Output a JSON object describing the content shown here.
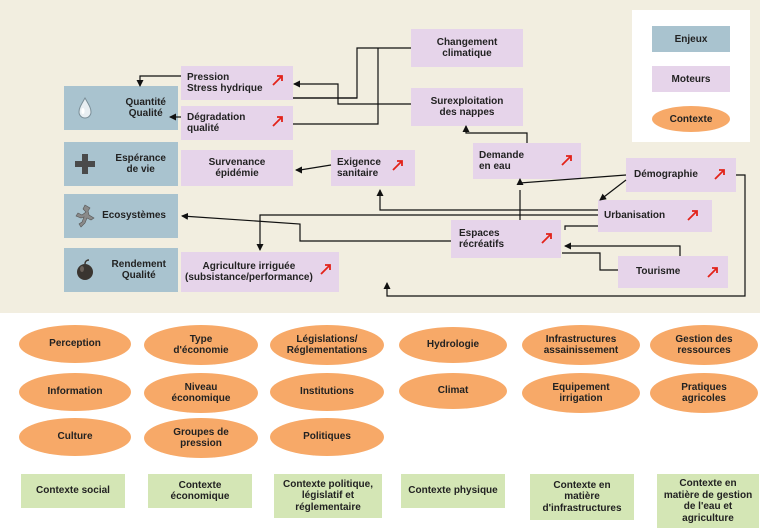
{
  "legend": {
    "enjeux": "Enjeux",
    "moteurs": "Moteurs",
    "contexte": "Contexte"
  },
  "colors": {
    "enjeux": "#a9c3cf",
    "moteurs": "#e6d4ea",
    "contexte": "#f7a968",
    "context_category": "#d4e6b5",
    "driver_arrow": "#e2231a"
  },
  "enjeux": [
    {
      "label": "Quantité\nQualité",
      "icon": "water-drop-icon"
    },
    {
      "label": "Espérance\nde vie",
      "icon": "medical-cross-icon"
    },
    {
      "label": "Ecosystèmes",
      "icon": "lizard-icon"
    },
    {
      "label": "Rendement\nQualité",
      "icon": "fruit-icon"
    }
  ],
  "moteurs": {
    "changement_climatique": "Changement\nclimatique",
    "pression": "Pression\nStress hydrique",
    "degradation": "Dégradation\nqualité",
    "surexploitation": "Surexploitation\ndes nappes",
    "survenance": "Survenance\népidémie",
    "exigence": "Exigence\nsanitaire",
    "demande": "Demande\nen eau",
    "demographie": "Démographie",
    "urbanisation": "Urbanisation",
    "espaces": "Espaces\nrécréatifs",
    "agriculture": "Agriculture irriguée\n(subsistance/performance)",
    "tourisme": "Tourisme"
  },
  "contexte_ovals": [
    "Perception",
    "Type\nd'économie",
    "Législations/\nRéglementations",
    "Hydrologie",
    "Infrastructures\nassainissement",
    "Gestion des\nressources",
    "Information",
    "Niveau\néconomique",
    "Institutions",
    "Climat",
    "Equipement\nirrigation",
    "Pratiques\nagricoles",
    "Culture",
    "Groupes de\npression",
    "Politiques"
  ],
  "contexte_categories": [
    "Contexte social",
    "Contexte\néconomique",
    "Contexte politique,\nlégislatif et\nréglementaire",
    "Contexte physique",
    "Contexte en\nmatière\nd'infrastructures",
    "Contexte en\nmatière de gestion\nde l'eau et\nagriculture"
  ]
}
